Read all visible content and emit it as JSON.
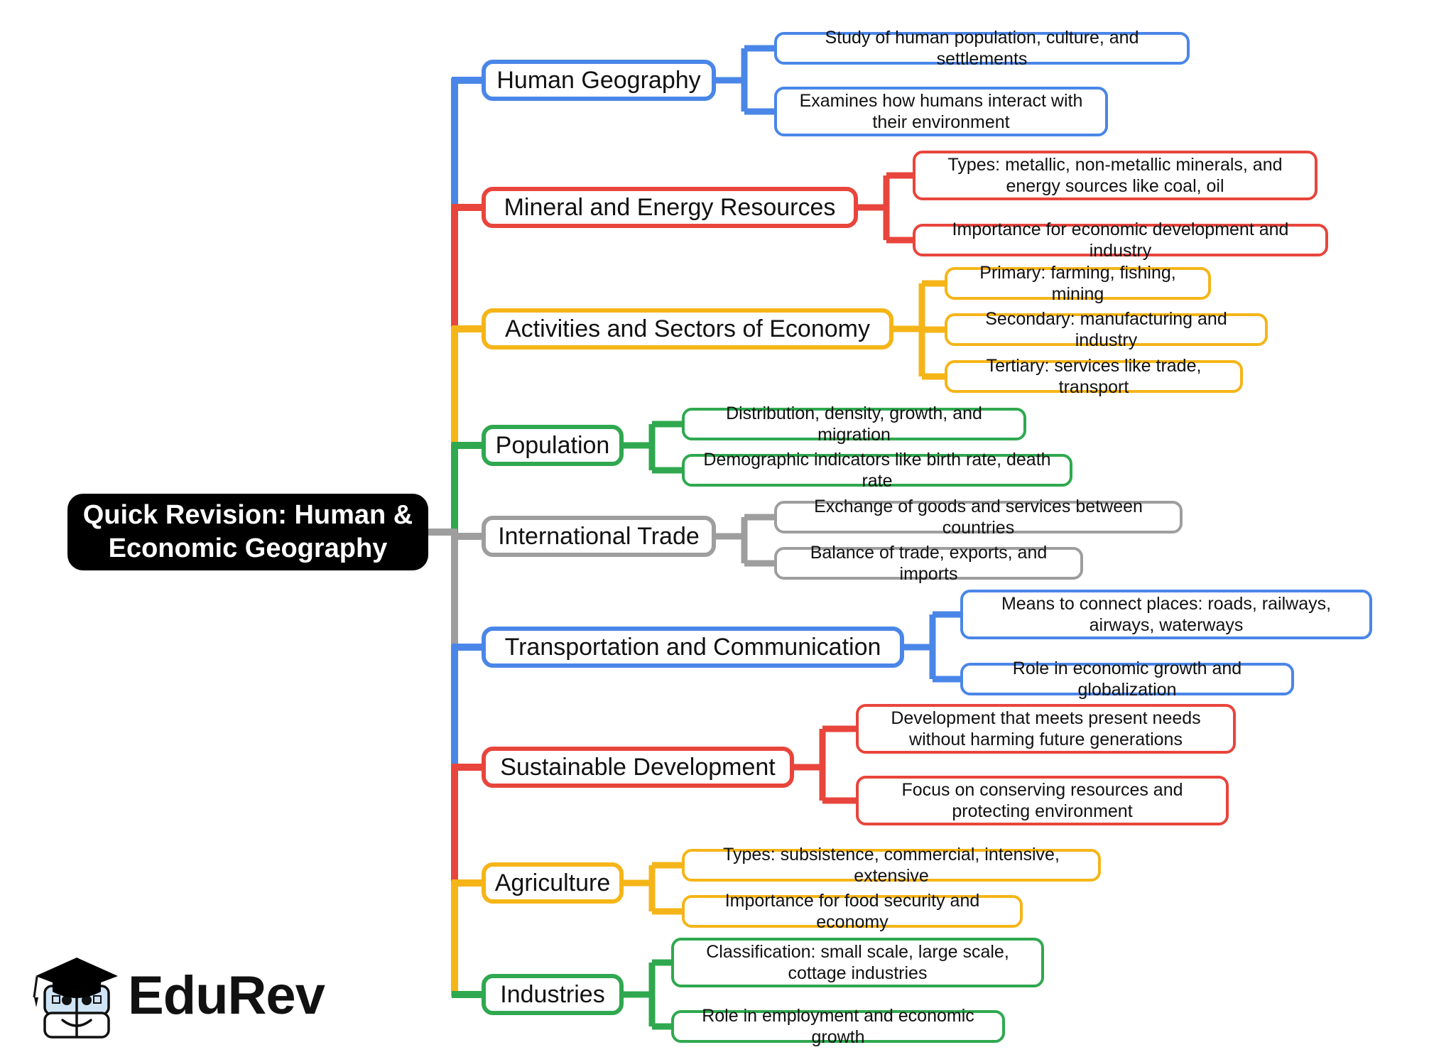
{
  "diagram": {
    "type": "mind-map",
    "orientation": "left-root-right-branches",
    "root": {
      "label": "Quick Revision: Human & Economic Geography",
      "line1": "Quick Revision: Human &",
      "line2": "Economic Geography",
      "background": "#000000",
      "text_color": "#ffffff"
    },
    "palette": {
      "blue": "#4a86e8",
      "red": "#e8453c",
      "yellow": "#f5b518",
      "green": "#2fa84f",
      "gray": "#9e9e9e",
      "trunk_gray": "#9e9e9e"
    },
    "branches": [
      {
        "label": "Human Geography",
        "color": "#4a86e8",
        "children": [
          "Study of human population, culture, and settlements",
          "Examines how humans interact with their environment"
        ]
      },
      {
        "label": "Mineral and Energy Resources",
        "color": "#e8453c",
        "children": [
          "Types: metallic, non-metallic minerals, and energy sources like coal, oil",
          "Importance for economic development and industry"
        ]
      },
      {
        "label": "Activities and Sectors of Economy",
        "color": "#f5b518",
        "children": [
          "Primary: farming, fishing, mining",
          "Secondary: manufacturing and industry",
          "Tertiary: services like trade, transport"
        ]
      },
      {
        "label": "Population",
        "color": "#2fa84f",
        "children": [
          "Distribution, density, growth, and migration",
          "Demographic indicators like birth rate, death rate"
        ]
      },
      {
        "label": "International Trade",
        "color": "#9e9e9e",
        "children": [
          "Exchange of goods and services between countries",
          "Balance of trade, exports, and imports"
        ]
      },
      {
        "label": "Transportation and Communication",
        "color": "#4a86e8",
        "children": [
          "Means to connect places: roads, railways, airways, waterways",
          "Role in economic growth and globalization"
        ]
      },
      {
        "label": "Sustainable Development",
        "color": "#e8453c",
        "children": [
          "Development that meets present needs without harming future generations",
          "Focus on conserving resources and protecting environment"
        ]
      },
      {
        "label": "Agriculture",
        "color": "#f5b518",
        "children": [
          "Types: subsistence, commercial, intensive, extensive",
          "Importance for food security and economy"
        ]
      },
      {
        "label": "Industries",
        "color": "#2fa84f",
        "children": [
          "Classification: small scale, large scale, cottage industries",
          "Role in employment and economic growth"
        ]
      }
    ]
  },
  "logo": {
    "wordmark": "EduRev",
    "icon": "graduation-cap-book-mascot",
    "cap_color": "#000000",
    "glasses_color": "#cfe4f5"
  }
}
